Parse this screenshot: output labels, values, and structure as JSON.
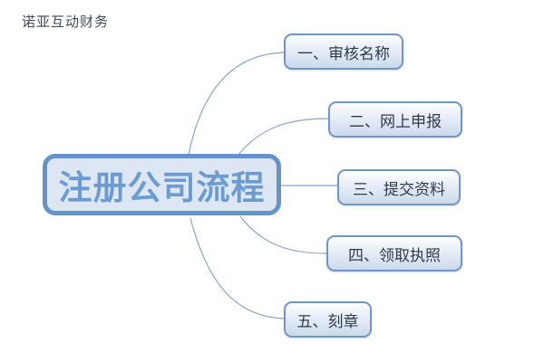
{
  "page": {
    "watermark": "诺亚互动财务"
  },
  "diagram": {
    "type": "mindmap",
    "root": {
      "label": "注册公司流程"
    },
    "branches": [
      {
        "label": "一、审核名称"
      },
      {
        "label": "二、网上申报"
      },
      {
        "label": "三、提交资料"
      },
      {
        "label": "四、领取执照"
      },
      {
        "label": "五、刻章"
      }
    ],
    "colors": {
      "root_border": "#6493cc",
      "root_fill": "#dde7f3",
      "root_text": "#6c9bd2",
      "branch_border": "#7095c8",
      "branch_fill_top": "#fdfeff",
      "branch_fill_bottom": "#ccd9ec",
      "branch_text": "#2e3b4c",
      "connector": "#87a5c9",
      "watermark_text": "#3c4a5c"
    }
  }
}
